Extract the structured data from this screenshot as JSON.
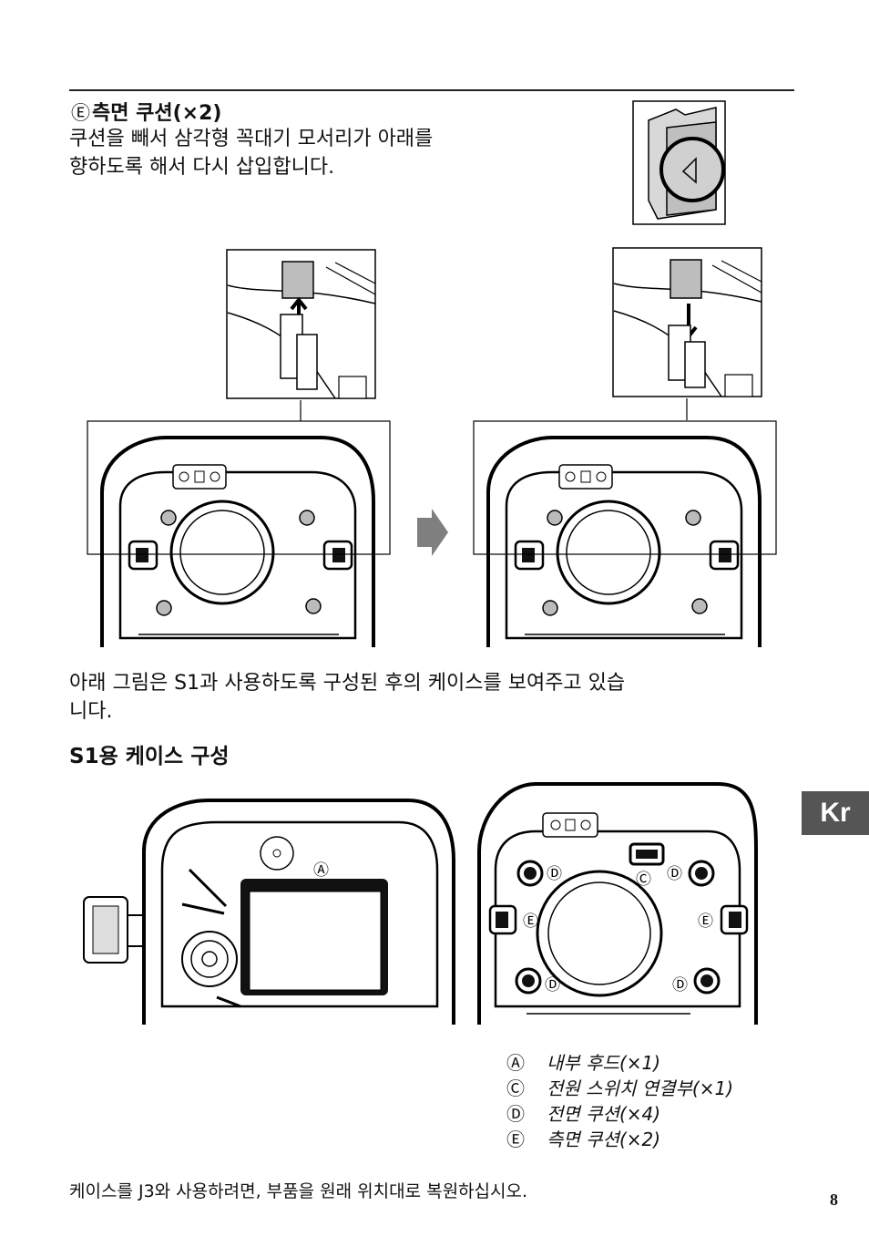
{
  "side_cushion": {
    "marker": "Ⓔ",
    "title": "측면 쿠션(×2)",
    "body_line1": "쿠션을 빼서 삼각형 꼭대기 모서리가 아래를",
    "body_line2": "향하도록 해서 다시 삽입합니다."
  },
  "description": {
    "line1": "아래 그림은 S1과 사용하도록 구성된 후의 케이스를 보여주고 있습",
    "line2": "니다."
  },
  "configuration": {
    "title": "S1용 케이스 구성",
    "callouts": {
      "a": "Ⓐ",
      "c": "Ⓒ",
      "d": "Ⓓ",
      "e": "Ⓔ"
    }
  },
  "legend": [
    {
      "marker": "Ⓐ",
      "label": "내부 후드(×1)"
    },
    {
      "marker": "Ⓒ",
      "label": "전원 스위치 연결부(×1)"
    },
    {
      "marker": "Ⓓ",
      "label": "전면 쿠션(×4)"
    },
    {
      "marker": "Ⓔ",
      "label": "측면 쿠션(×2)"
    }
  ],
  "footer_note": "케이스를 J3와 사용하려면, 부품을 원래 위치대로 복원하십시오.",
  "tab_label": "Kr",
  "page_number": "8"
}
